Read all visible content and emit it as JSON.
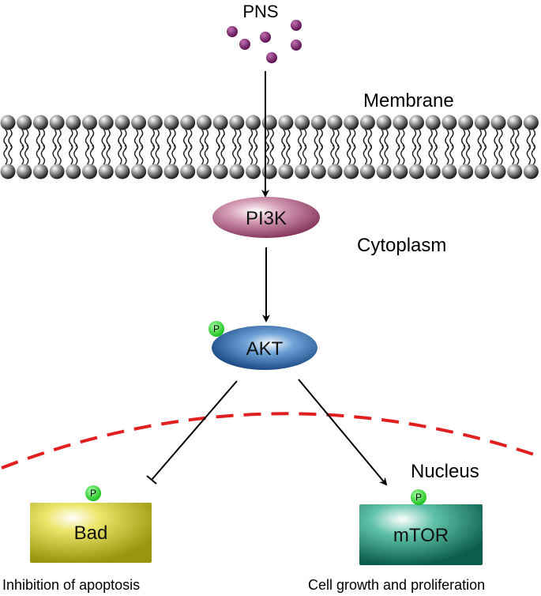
{
  "labels": {
    "pns": "PNS",
    "membrane": "Membrane",
    "cytoplasm": "Cytoplasm",
    "nucleus": "Nucleus",
    "inhibition": "Inhibition of apoptosis",
    "growth": "Cell growth and proliferation"
  },
  "nodes": {
    "pi3k": "PI3K",
    "akt": "AKT",
    "bad": "Bad",
    "mtor": "mTOR"
  },
  "phospho": "P",
  "colors": {
    "pns_dots": "#7a1f6b",
    "pi3k": "#a8557a",
    "akt": "#1f5fa8",
    "bad": "#c8c21a",
    "mtor": "#1f8f7a",
    "phospho": "#22dd22",
    "nucleus_boundary": "#e02020"
  }
}
